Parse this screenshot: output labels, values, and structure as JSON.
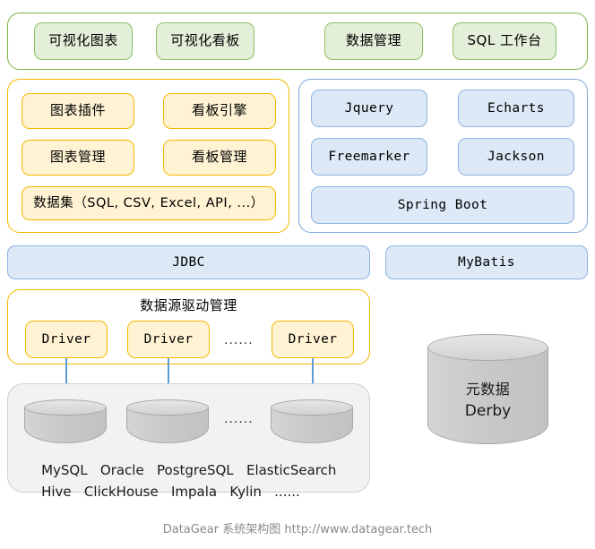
{
  "diagram": {
    "caption": "DataGear 系统架构图 http://www.datagear.tech",
    "colors": {
      "green_border": "#7cb342",
      "green_fill": "#e3efd9",
      "amber_border": "#f5b800",
      "amber_fill": "#fff3d4",
      "blue_border": "#8eb4e3",
      "blue_fill": "#dde9f6",
      "gray_fill": "#f2f2f2",
      "arrow": "#5b9bd5",
      "caption_text": "#8a8a8a"
    }
  },
  "app_layer": {
    "items": [
      {
        "label": "可视化图表"
      },
      {
        "label": "可视化看板"
      },
      {
        "label": "数据管理"
      },
      {
        "label": "SQL 工作台"
      }
    ]
  },
  "core_layer": {
    "items": [
      {
        "label": "图表插件"
      },
      {
        "label": "看板引擎"
      },
      {
        "label": "图表管理"
      },
      {
        "label": "看板管理"
      },
      {
        "label": "数据集（SQL, CSV, Excel, API, ...）"
      }
    ]
  },
  "framework_layer": {
    "items": [
      {
        "label": "Jquery"
      },
      {
        "label": "Echarts"
      },
      {
        "label": "Freemarker"
      },
      {
        "label": "Jackson"
      },
      {
        "label": "Spring Boot"
      }
    ]
  },
  "access_layer": {
    "items": [
      {
        "label": "JDBC"
      },
      {
        "label": "MyBatis"
      }
    ]
  },
  "driver_layer": {
    "title": "数据源驱动管理",
    "drivers": [
      {
        "label": "Driver"
      },
      {
        "label": "Driver"
      },
      {
        "label": "Driver"
      }
    ],
    "ellipsis": "......"
  },
  "database_layer": {
    "ellipsis": "......",
    "name_rows": [
      "MySQL   Oracle   PostgreSQL   ElasticSearch",
      "Hive   ClickHouse   Impala   Kylin   ......"
    ]
  },
  "metadata_store": {
    "line1": "元数据",
    "line2": "Derby"
  }
}
